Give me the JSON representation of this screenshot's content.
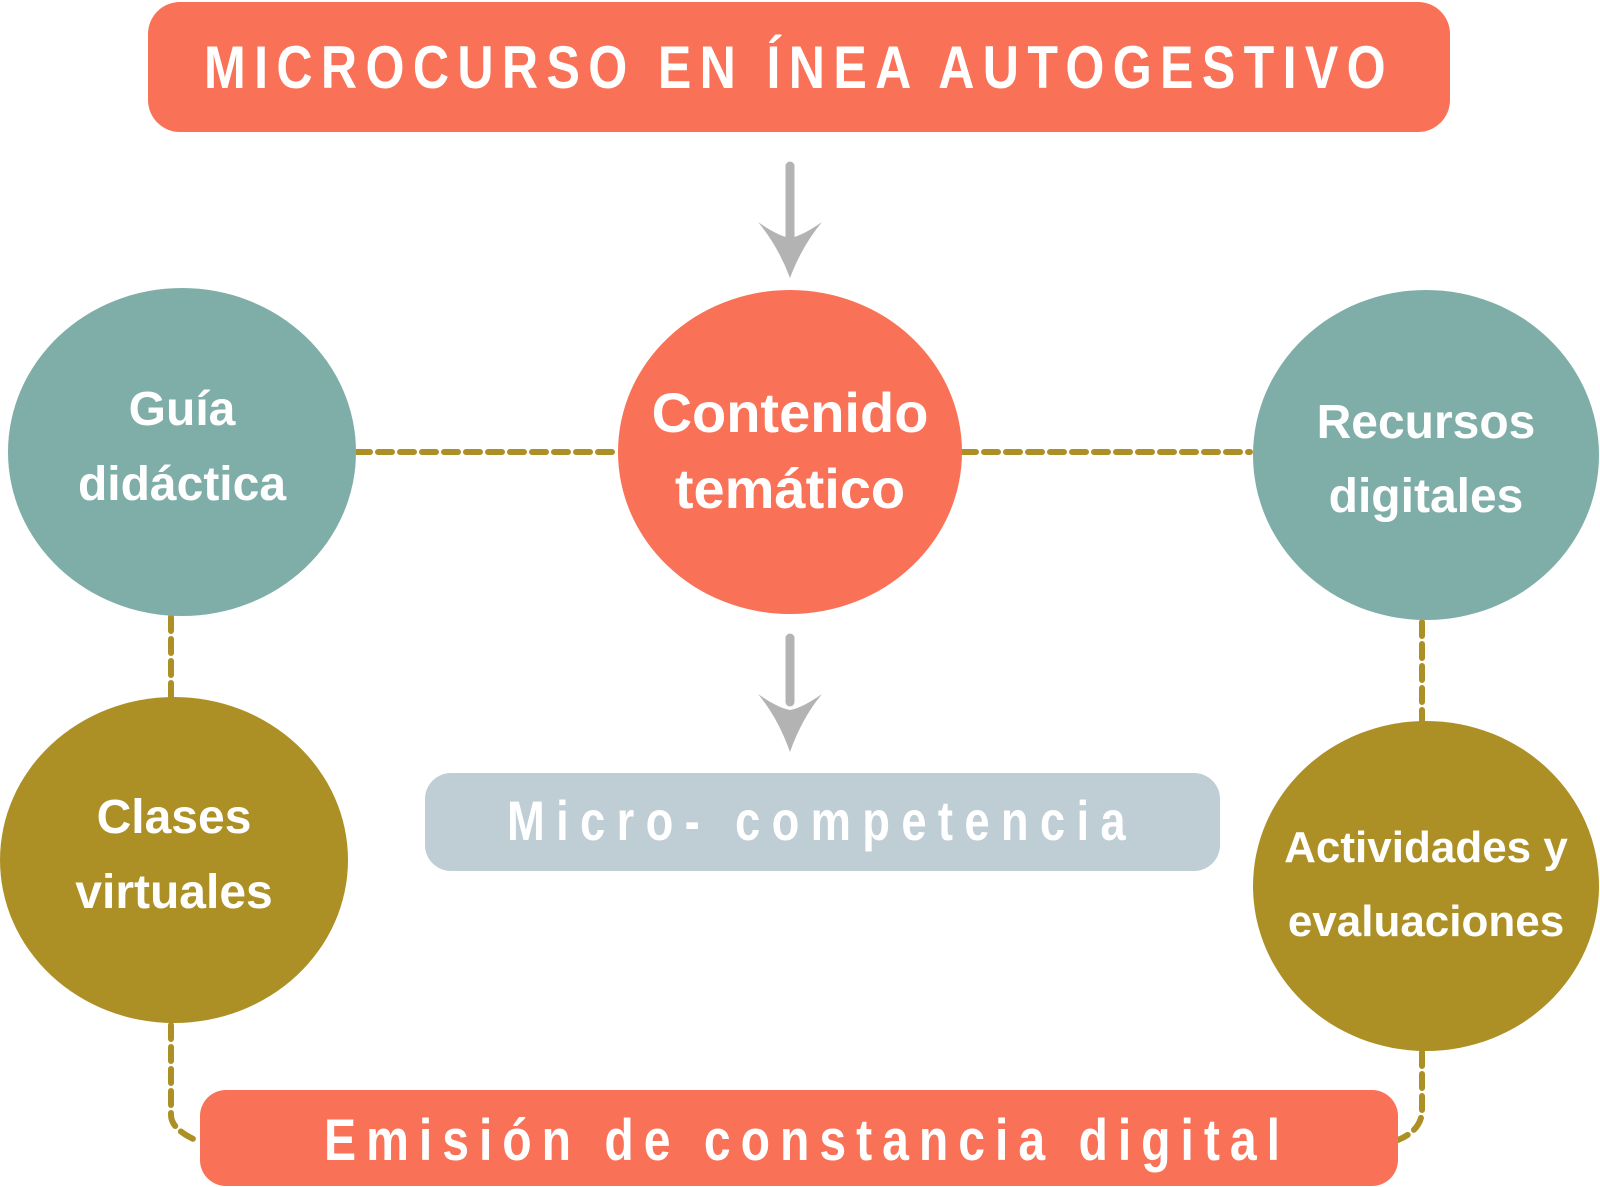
{
  "colors": {
    "coral": "#f97156",
    "teal": "#7faea9",
    "olive": "#ad9025",
    "slate": "#bfcdd5",
    "connector": "#ad9025",
    "arrow": "#b3b3b3",
    "text": "#ffffff"
  },
  "title": "MICROCURSO EN ÍNEA AUTOGESTIVO",
  "nodes": {
    "guia": [
      "Guía",
      "didáctica"
    ],
    "contenido": [
      "Contenido",
      "temático"
    ],
    "recursos": [
      "Recursos",
      "digitales"
    ],
    "clases": [
      "Clases",
      "virtuales"
    ],
    "actividades": [
      "Actividades y",
      "evaluaciones"
    ]
  },
  "micro_competencia": "Micro- competencia",
  "emision": "Emisión de constancia digital"
}
